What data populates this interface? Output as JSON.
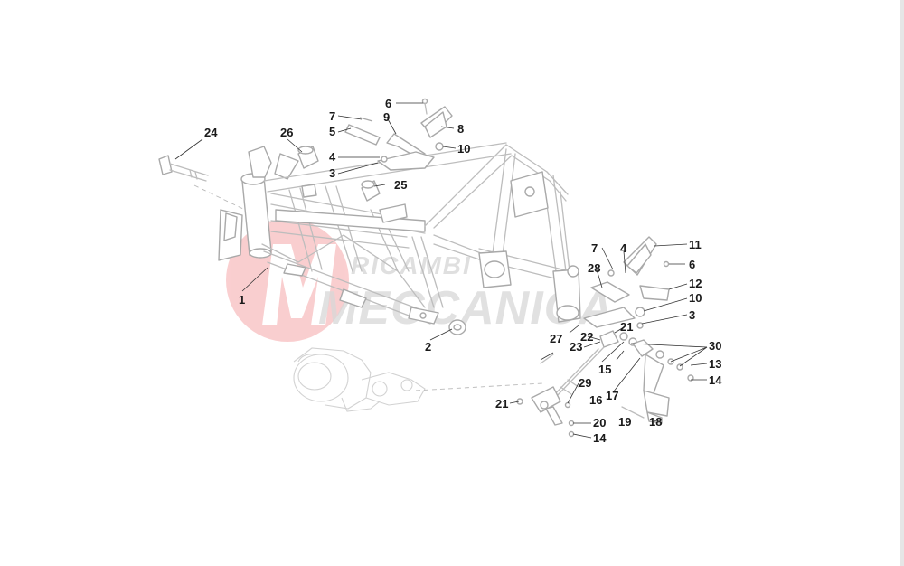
{
  "watermark": {
    "line1": "RICAMBI",
    "line2": "MECCANICA",
    "accent_color": "#e8262a"
  },
  "callouts": [
    "1",
    "2",
    "3",
    "3",
    "4",
    "4",
    "5",
    "6",
    "6",
    "7",
    "7",
    "8",
    "9",
    "10",
    "10",
    "11",
    "12",
    "13",
    "14",
    "14",
    "15",
    "16",
    "17",
    "18",
    "19",
    "20",
    "21",
    "21",
    "21",
    "22",
    "23",
    "24",
    "25",
    "26",
    "27",
    "28",
    "29",
    "30"
  ],
  "colors": {
    "drawing_line": "#a9a9a9",
    "label_text": "#1a1a1a",
    "logo_red": "#e8262a"
  }
}
